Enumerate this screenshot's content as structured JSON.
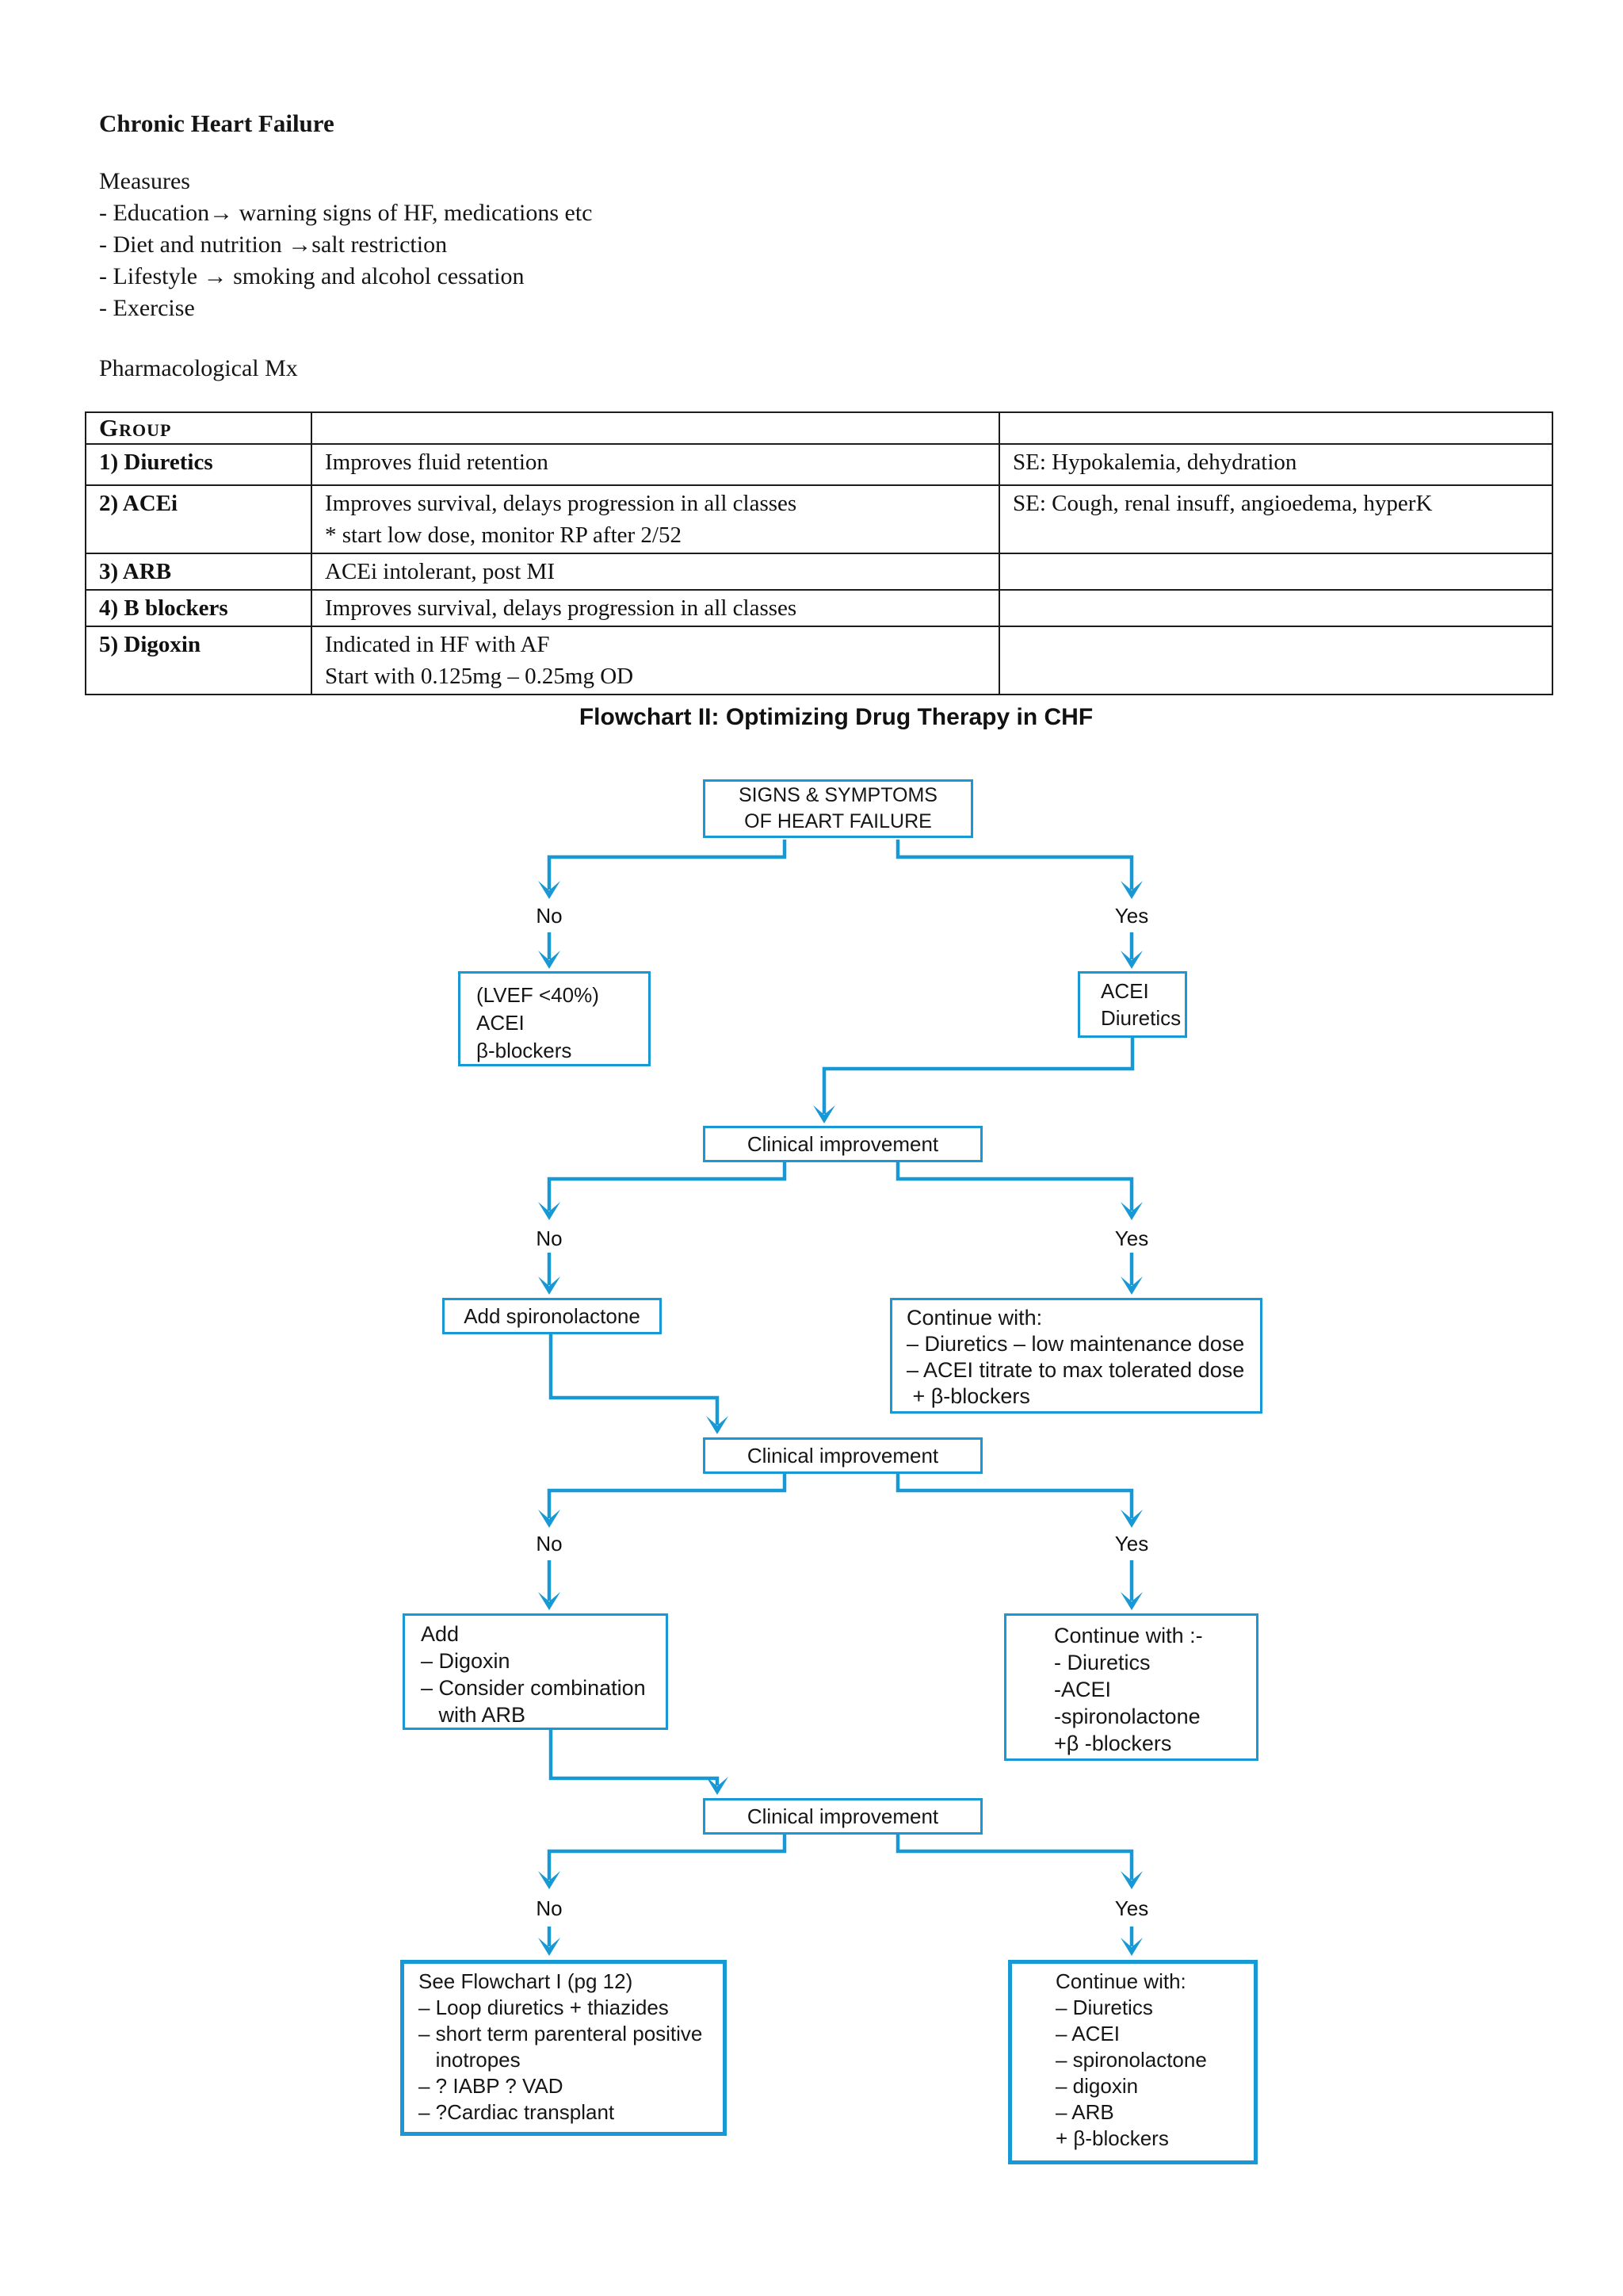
{
  "intro": {
    "title": "Chronic Heart Failure",
    "measures_label": "Measures",
    "bullets": [
      "- Education→ warning signs of HF, medications etc",
      "- Diet and nutrition →salt restriction",
      "- Lifestyle → smoking and alcohol cessation",
      "- Exercise"
    ],
    "pharm_label": "Pharmacological Mx"
  },
  "table": {
    "header": [
      "Group",
      "",
      ""
    ],
    "rows": [
      {
        "group": "1) Diuretics",
        "desc": [
          "Improves fluid retention"
        ],
        "se": "SE: Hypokalemia, dehydration"
      },
      {
        "group": "2) ACEi",
        "desc": [
          "Improves survival, delays progression in all classes",
          "* start low dose, monitor RP after 2/52"
        ],
        "se": "SE: Cough, renal insuff, angioedema, hyperK"
      },
      {
        "group": "3) ARB",
        "desc": [
          "ACEi intolerant, post MI"
        ],
        "se": ""
      },
      {
        "group": "4) B blockers",
        "desc": [
          "Improves survival, delays progression in all classes"
        ],
        "se": ""
      },
      {
        "group": "5) Digoxin",
        "desc": [
          "Indicated in HF with AF",
          "Start with 0.125mg – 0.25mg OD"
        ],
        "se": ""
      }
    ]
  },
  "flowchart": {
    "title": "Flowchart II: Optimizing Drug Therapy in CHF",
    "accent_color": "#1899d5",
    "labels": {
      "no": "No",
      "yes": "Yes"
    },
    "nodes": {
      "signs": [
        "SIGNS & SYMPTOMS",
        "OF HEART FAILURE"
      ],
      "lvef": [
        "(LVEF <40%)",
        "ACEI",
        "β-blockers"
      ],
      "acei": [
        "ACEI",
        "Diuretics"
      ],
      "clinical_improvement": "Clinical improvement",
      "spiro": "Add spironolactone",
      "cont1": [
        "Continue with:",
        "– Diuretics – low maintenance dose",
        "– ACEI titrate to max tolerated dose",
        " + β-blockers"
      ],
      "digoxin": [
        "Add",
        "– Digoxin",
        "– Consider combination",
        "   with ARB"
      ],
      "cont2": [
        "Continue with :-",
        "- Diuretics",
        "-ACEI",
        "-spironolactone",
        "+β -blockers"
      ],
      "flow1": [
        "See Flowchart I (pg 12)",
        "– Loop diuretics + thiazides",
        "– short term parenteral positive",
        "   inotropes",
        "– ? IABP ? VAD",
        "– ?Cardiac transplant"
      ],
      "cont3": [
        "Continue with:",
        "– Diuretics",
        "– ACEI",
        "– spironolactone",
        "– digoxin",
        "– ARB",
        "+ β-blockers"
      ]
    }
  }
}
